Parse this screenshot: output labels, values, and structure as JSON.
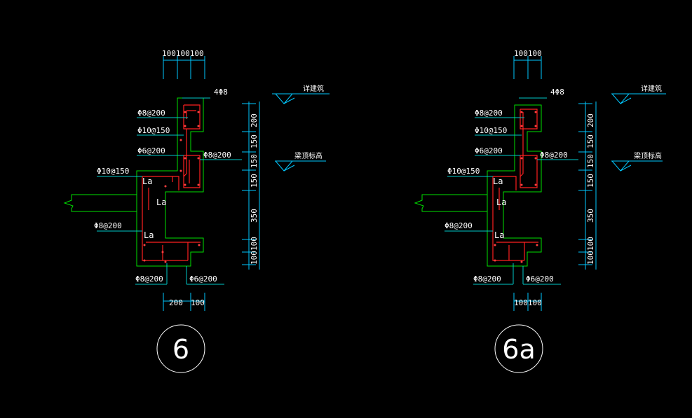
{
  "colors": {
    "background": "#000000",
    "concrete_outline": "#00e000",
    "rebar": "#ff2020",
    "leader": "#00c8c8",
    "dimension": "#00c8ff",
    "text": "#ffffff",
    "dots": "#ff4040"
  },
  "details": [
    {
      "id": "detail-6",
      "tag": "6",
      "top_dims": "100100100",
      "bottom_dims": [
        "200",
        "100"
      ],
      "right_dims": [
        "200",
        "150",
        "150",
        "150",
        "350",
        "100",
        "100"
      ],
      "labels": {
        "top_bar": "4Φ8",
        "stirrup_top": "Φ8@200",
        "main_upper": "Φ10@150",
        "tie_upper": "Φ6@200",
        "right_mid": "Φ8@200",
        "main_left": "Φ10@150",
        "lower_left": "Φ8@200",
        "bottom_left": "Φ8@200",
        "bottom_right": "Φ6@200",
        "la1": "La",
        "la2": "La",
        "la3": "La"
      },
      "elev_top": "详建筑",
      "elev_mid": "梁顶标高"
    },
    {
      "id": "detail-6a",
      "tag": "6a",
      "top_dims": "100100",
      "bottom_dims": [
        "100100"
      ],
      "right_dims": [
        "200",
        "150",
        "150",
        "150",
        "350",
        "100",
        "100"
      ],
      "labels": {
        "top_bar": "4Φ8",
        "stirrup_top": "Φ8@200",
        "main_upper": "Φ10@150",
        "tie_upper": "Φ6@200",
        "right_mid": "Φ8@200",
        "main_left": "Φ10@150",
        "lower_left": "Φ8@200",
        "bottom_left": "Φ8@200",
        "bottom_right": "Φ6@200",
        "la1": "La",
        "la2": "La",
        "la3": "La"
      },
      "elev_top": "详建筑",
      "elev_mid": "梁顶标高"
    }
  ]
}
